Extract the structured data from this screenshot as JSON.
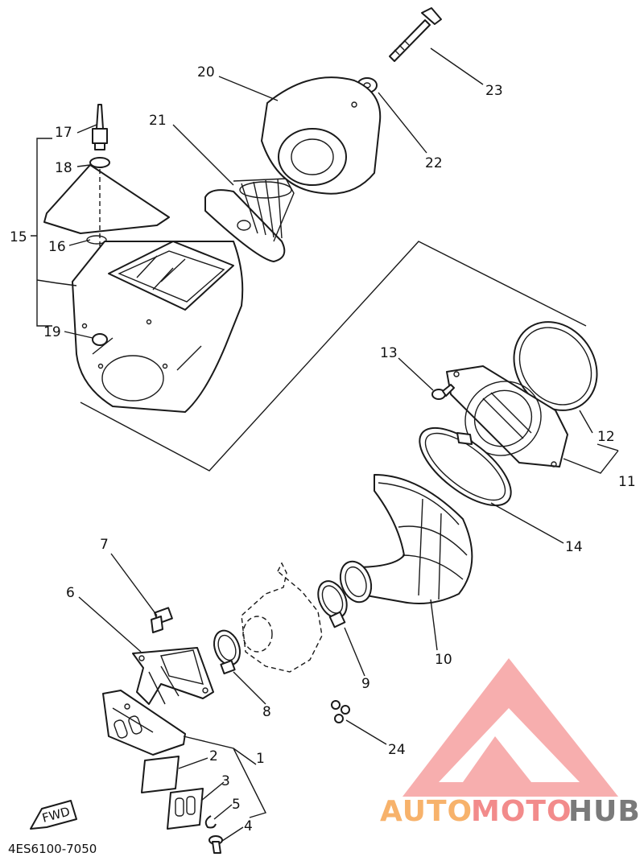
{
  "labels": {
    "p1": "1",
    "p2": "2",
    "p3": "3",
    "p4": "4",
    "p5": "5",
    "p6": "6",
    "p7": "7",
    "p8": "8",
    "p9": "9",
    "p10": "10",
    "p11": "11",
    "p12": "12",
    "p13": "13",
    "p14": "14",
    "p15": "15",
    "p16": "16",
    "p17": "17",
    "p18": "18",
    "p19": "19",
    "p20": "20",
    "p21": "21",
    "p22": "22",
    "p23": "23",
    "p24": "24"
  },
  "fwd_label": "FWD",
  "diagram_code": "4ES6100-7050",
  "watermark": {
    "auto": "AUTO",
    "moto": "MOTO",
    "hub": "HUB",
    "colors": {
      "auto": "#f7b26b",
      "moto": "#f28b8b",
      "hub": "#7a7a7a",
      "logo": "#f6a1a1"
    }
  }
}
